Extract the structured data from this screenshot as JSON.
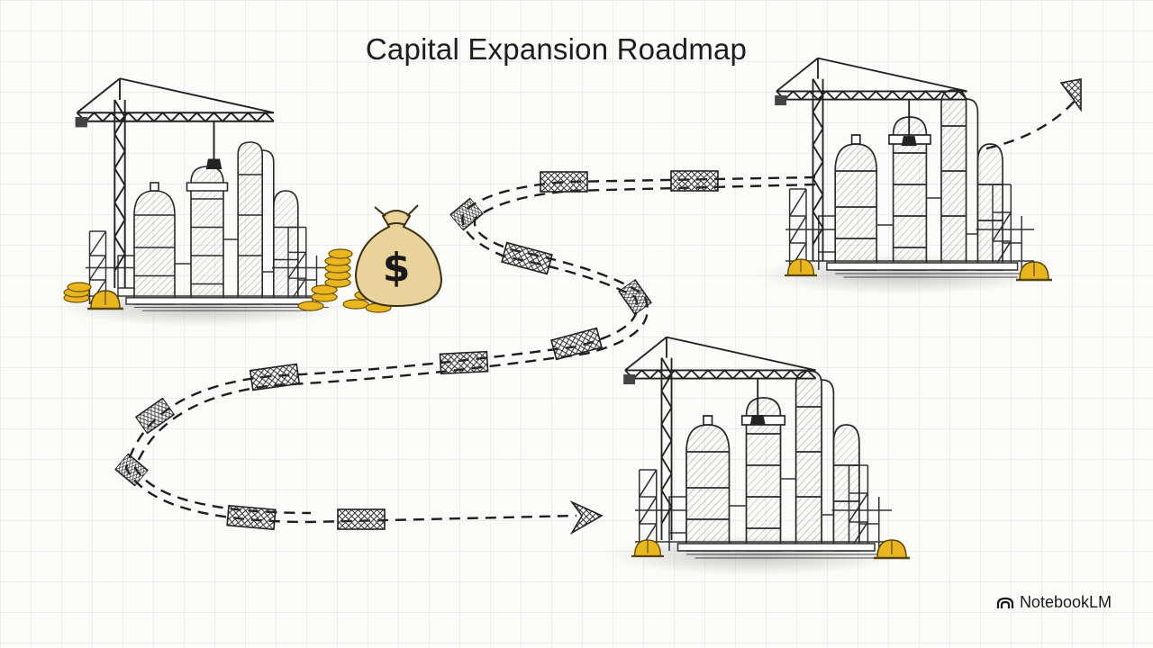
{
  "title": "Capital Expansion Roadmap",
  "brand": {
    "label": "NotebookLM",
    "icon": "notebooklm-logo-icon"
  },
  "nodes": [
    {
      "name": "funded-refinery",
      "icons": [
        "crane-icon",
        "refinery-icon",
        "money-bag-icon",
        "coin-stack-icon",
        "hard-hat-icon"
      ],
      "bag_symbol": "$"
    },
    {
      "name": "expansion-site-one",
      "icons": [
        "crane-icon",
        "refinery-icon",
        "hard-hat-icon"
      ]
    },
    {
      "name": "expansion-site-two",
      "icons": [
        "crane-icon",
        "refinery-icon",
        "hard-hat-icon"
      ]
    }
  ],
  "colors": {
    "ink": "#222222",
    "gold": "#e9b620",
    "paper": "#fbfbf9"
  }
}
